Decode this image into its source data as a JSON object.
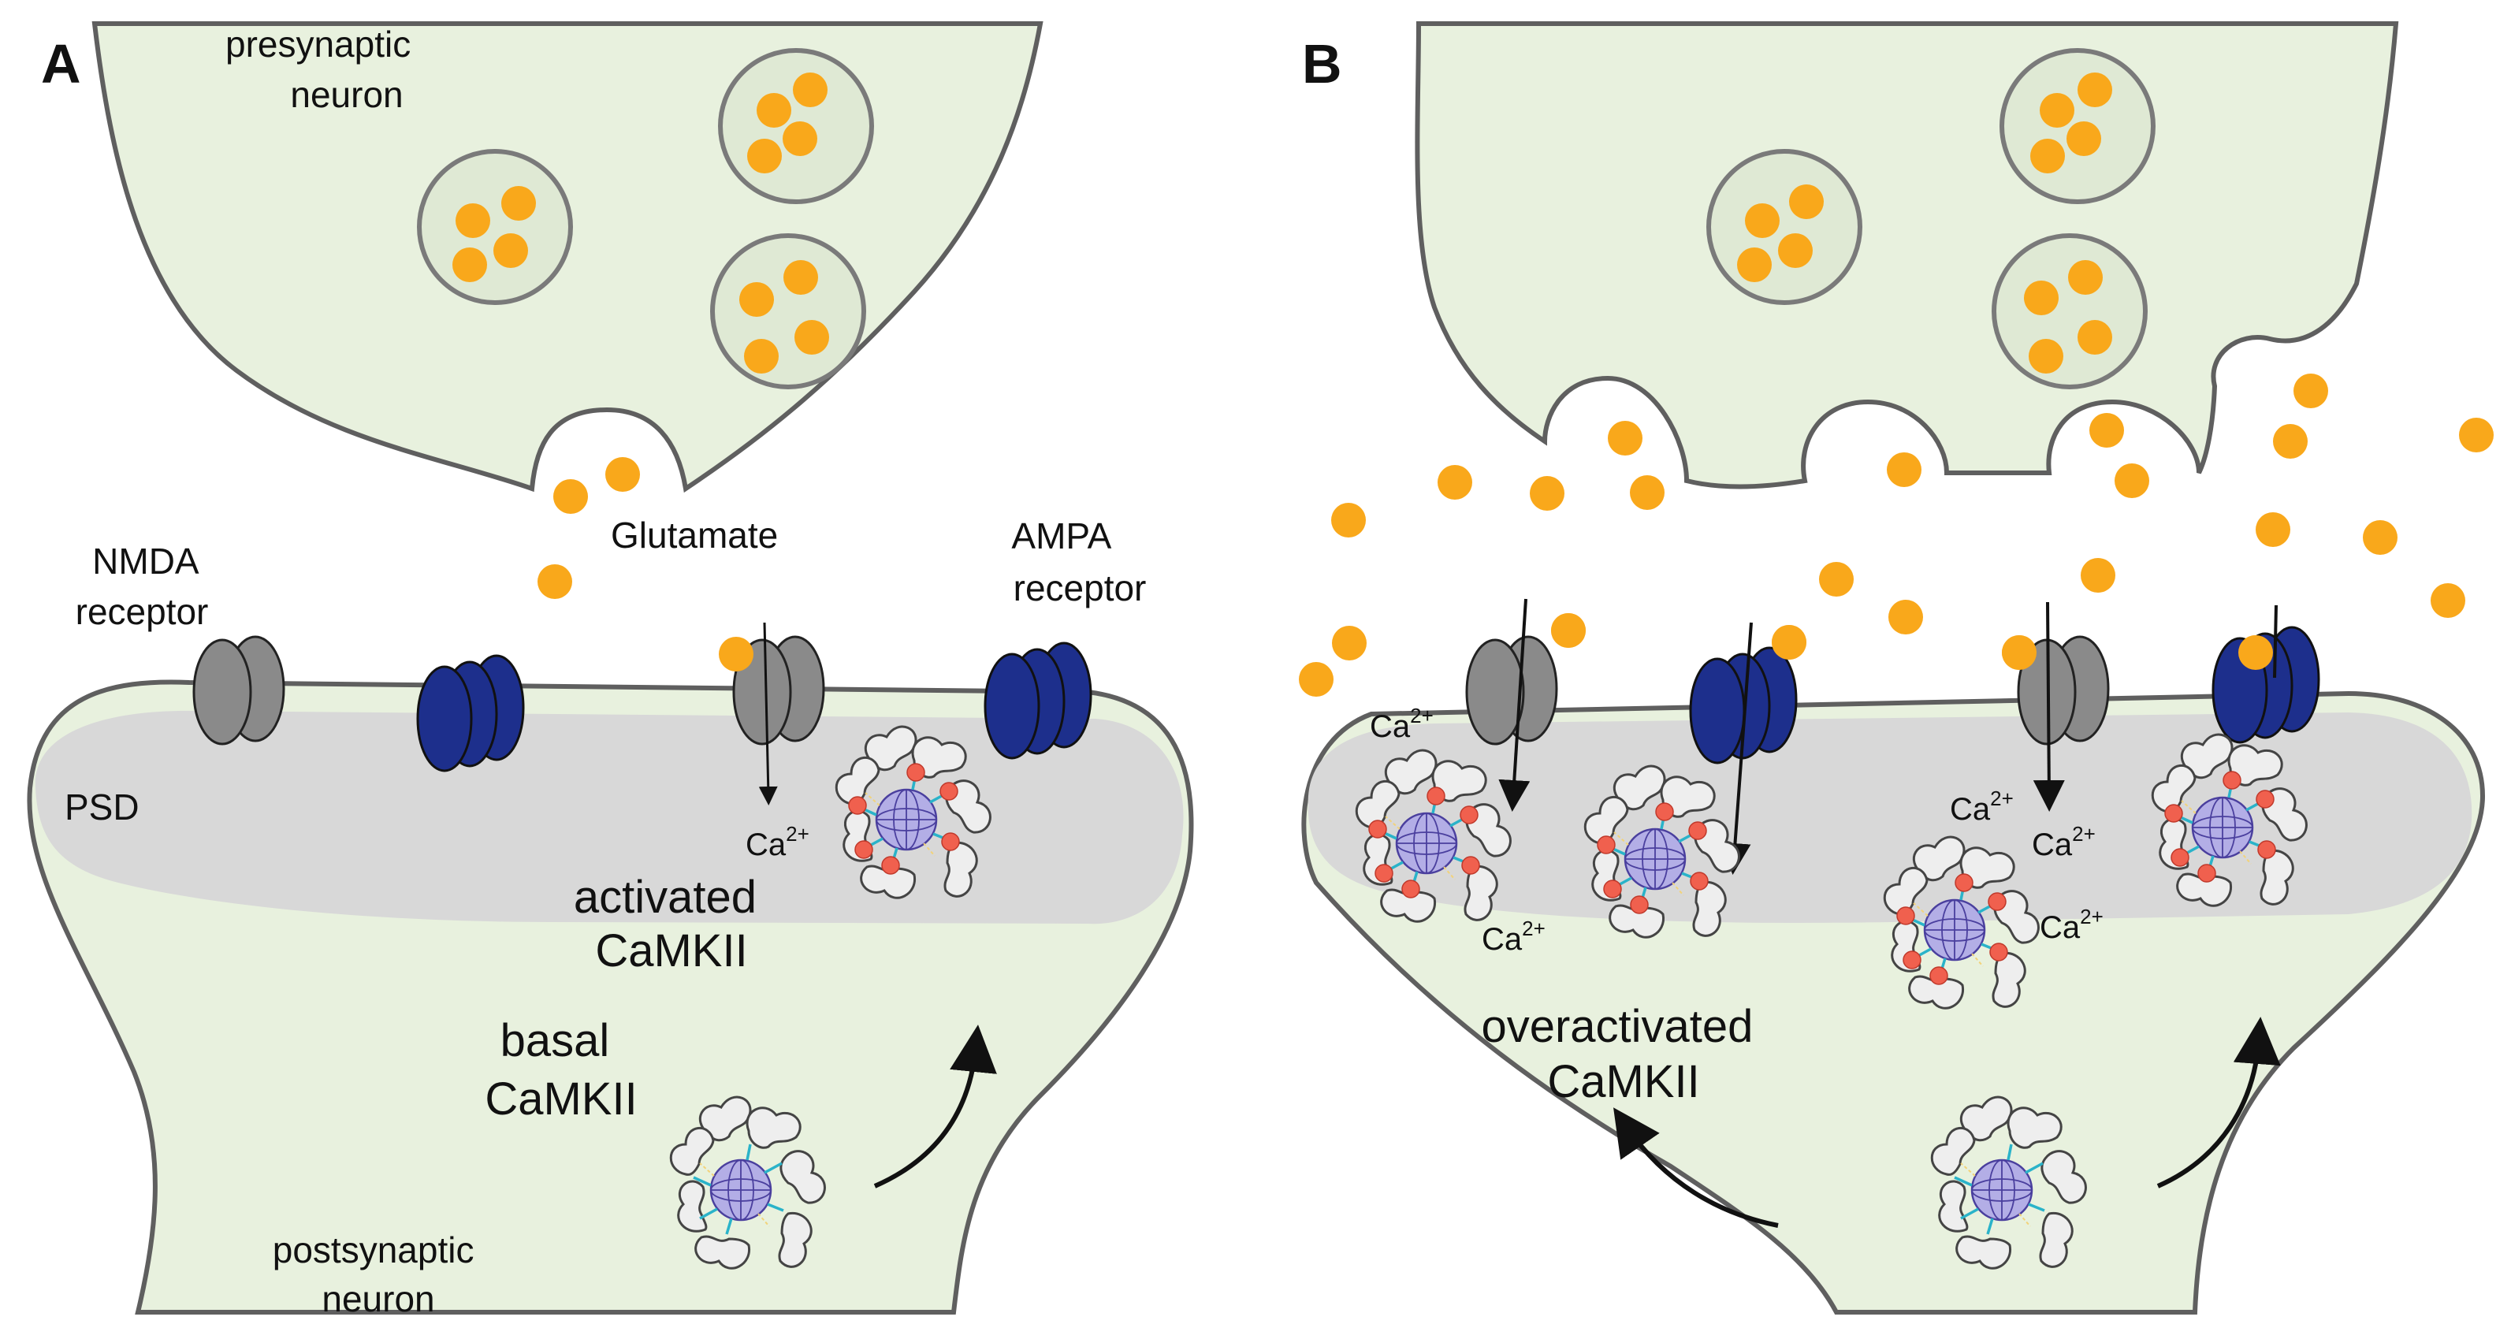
{
  "panels": {
    "A": {
      "letter": "A",
      "presynaptic": [
        "presynaptic",
        "neuron"
      ],
      "glutamate": "Glutamate",
      "nmda": [
        "NMDA",
        "receptor"
      ],
      "ampa": [
        "AMPA",
        "receptor"
      ],
      "psd": "PSD",
      "ca": "Ca",
      "ca_charge": "2+",
      "activated": [
        "activated",
        "CaMKII"
      ],
      "basal": [
        "basal",
        "CaMKII"
      ],
      "postsynaptic": [
        "postsynaptic",
        "neuron"
      ]
    },
    "B": {
      "letter": "B",
      "ca": "Ca",
      "ca_charge": "2+",
      "overactivated": [
        "overactivated",
        "CaMKII"
      ]
    }
  },
  "colors": {
    "cell_fill": "#e8f1de",
    "cell_stroke": "#5f5f5f",
    "vesicle_fill": "#dfe9d4",
    "vesicle_stroke": "#7a7a7a",
    "glutamate": "#f9a81b",
    "psd": "#d8d8d8",
    "nmda": "#8a8a8a",
    "ampa": "#1d2f8c",
    "camkii_hub": "#b3aee6",
    "camkii_arm": "#eeeeee",
    "phospho": "#f0604e",
    "linker": "#2ab3c9"
  }
}
